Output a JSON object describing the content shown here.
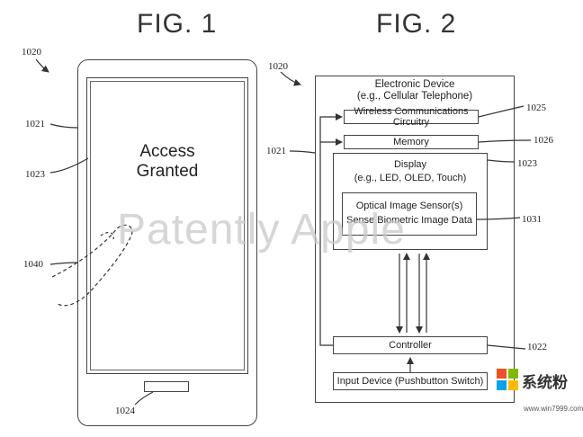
{
  "figures": {
    "fig1_title": "FIG. 1",
    "fig2_title": "FIG. 2"
  },
  "fig1": {
    "ref_device": "1020",
    "ref_housing": "1021",
    "ref_display": "1023",
    "ref_finger": "1040",
    "ref_button": "1024",
    "screen_text_line1": "Access",
    "screen_text_line2": "Granted"
  },
  "fig2": {
    "ref_device": "1020",
    "ref_housing": "1021",
    "device_title_line1": "Electronic Device",
    "device_title_line2": "(e.g., Cellular Telephone)",
    "wireless": {
      "label": "Wireless Communications Circuitry",
      "ref": "1025"
    },
    "memory": {
      "label": "Memory",
      "ref": "1026"
    },
    "display": {
      "label_line1": "Display",
      "label_line2": "(e.g., LED, OLED, Touch)",
      "ref": "1023"
    },
    "sensor": {
      "label_line1": "Optical Image Sensor(s)",
      "label_line2": "Sense Biometric Image Data",
      "ref": "1031"
    },
    "controller": {
      "label": "Controller",
      "ref": "1022"
    },
    "input": {
      "label": "Input Device (Pushbutton Switch)"
    }
  },
  "watermark": "Patently Apple",
  "logo": {
    "text": "系统粉",
    "url": "www.win7999.com",
    "colors": [
      "#f25022",
      "#7fba00",
      "#00a4ef",
      "#ffb900"
    ]
  }
}
